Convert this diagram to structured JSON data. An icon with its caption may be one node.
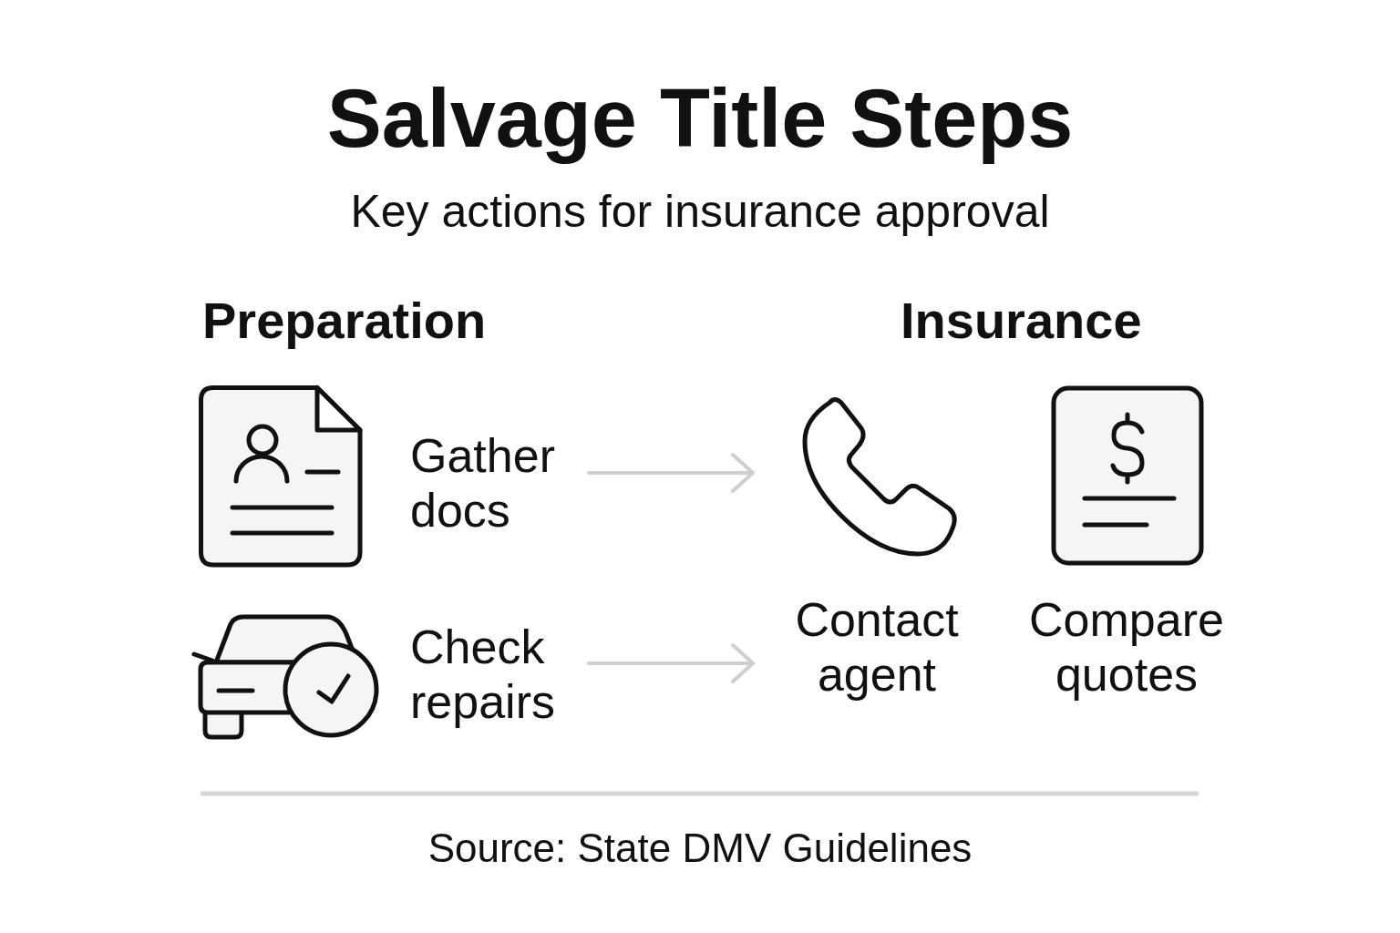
{
  "diagram": {
    "title": "Salvage Title Steps",
    "caption": "Source: State DMV Guidelines",
    "nodes": [
      {
        "text": [
          "Gather docs"
        ]
      },
      {
        "text": [
          "Check repairs"
        ]
      },
      {
        "text": [
          "Contact agent"
        ]
      },
      {
        "text": [
          "Compare quotes"
        ]
      }
    ],
    "edges": [
      {
        "from": 0,
        "to": 2,
        "arrow": "to"
      },
      {
        "from": 1,
        "to": 2,
        "arrow": "to"
      }
    ],
    "labels": [
      "Key actions for insurance approval",
      "Preparation",
      "Insurance"
    ]
  }
}
